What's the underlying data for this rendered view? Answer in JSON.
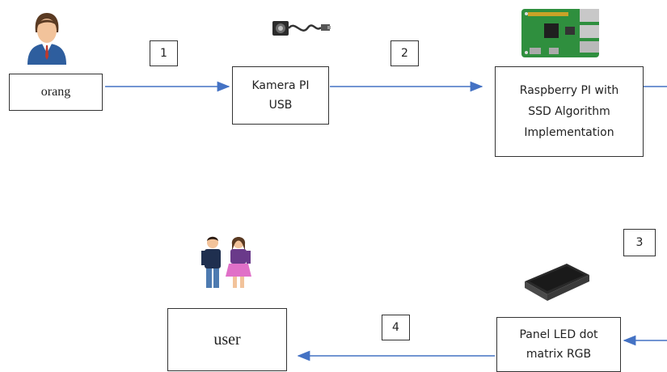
{
  "nodes": {
    "person": {
      "label": "orang",
      "icon": "person-icon"
    },
    "camera": {
      "label_line1": "Kamera PI",
      "label_line2": "USB",
      "icon": "usb-camera-icon"
    },
    "raspberry": {
      "label_line1": "Raspberry PI with",
      "label_line2": "SSD Algorithm",
      "label_line3": "Implementation",
      "icon": "raspberry-pi-board-icon"
    },
    "panel": {
      "label_line1": "Panel LED dot",
      "label_line2": "matrix RGB",
      "icon": "led-panel-icon"
    },
    "user": {
      "label": "user",
      "icon": "couple-icon"
    }
  },
  "steps": [
    "1",
    "2",
    "3",
    "4"
  ],
  "colors": {
    "arrow": "#4472c4",
    "border": "#333333"
  }
}
